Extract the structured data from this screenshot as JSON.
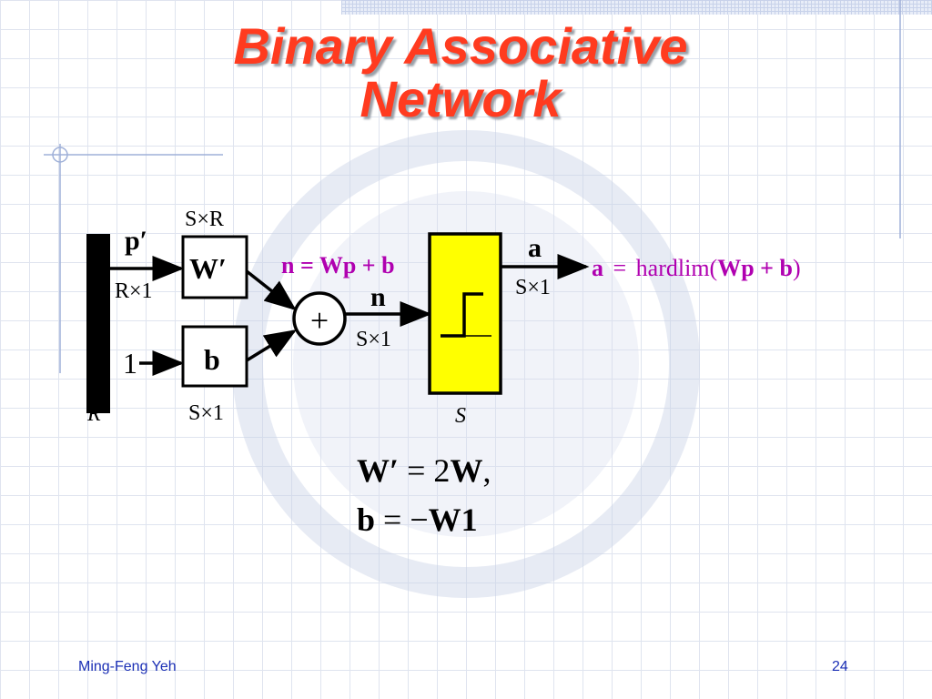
{
  "slide": {
    "title_line1": "Binary Associative",
    "title_line2": "Network",
    "footer_author": "Ming-Feng Yeh",
    "page_number": "24"
  },
  "diagram": {
    "input_bar_label": "R",
    "input_label": "p′",
    "input_size": "R×1",
    "weight_dims": "S×R",
    "weight_label": "W′",
    "bias_input": "1",
    "bias_label": "b",
    "bias_size": "S×1",
    "sum_symbol": "+",
    "net_input_eq_n": "n",
    "net_input_eq_rhs": "= Wp + b",
    "net_label": "n",
    "net_size": "S×1",
    "transfer_size_label": "S",
    "output_label": "a",
    "output_size": "S×1",
    "output_eq_a": "a",
    "output_eq_eq": "=",
    "output_eq_fn": "hardlim(",
    "output_eq_args": "Wp + b",
    "output_eq_close": ")"
  },
  "equations": {
    "line1_lhs": "W′",
    "line1_mid": "= 2",
    "line1_rhs": "W",
    "line1_comma": ",",
    "line2_lhs": "b",
    "line2_mid": "= −",
    "line2_rhs": "W1"
  }
}
